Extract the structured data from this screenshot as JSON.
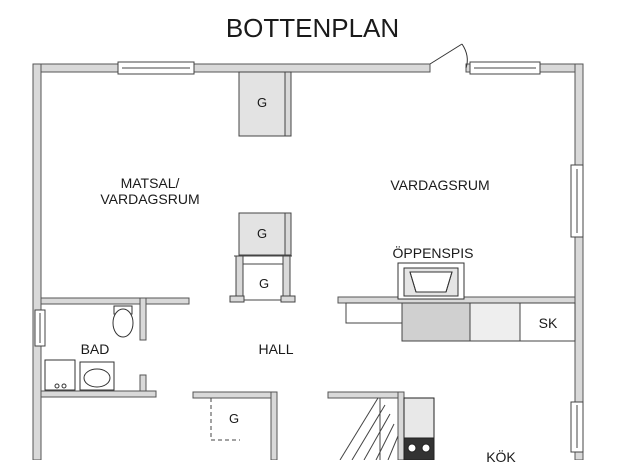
{
  "title": "BOTTENPLAN",
  "rooms": {
    "dining": "MATSAL/\nVARDAGSRUM",
    "living": "VARDAGSRUM",
    "fireplace": "ÖPPENSPIS",
    "bath": "BAD",
    "hall": "HALL",
    "kitchen": "KÖK",
    "closet": "SK"
  },
  "wardrobe_label": "G",
  "colors": {
    "wall_fill": "#d9d9d9",
    "wall_stroke": "#555555",
    "counter_fill": "#d0d0d0",
    "line": "#333333",
    "window_fill": "#ffffff"
  }
}
